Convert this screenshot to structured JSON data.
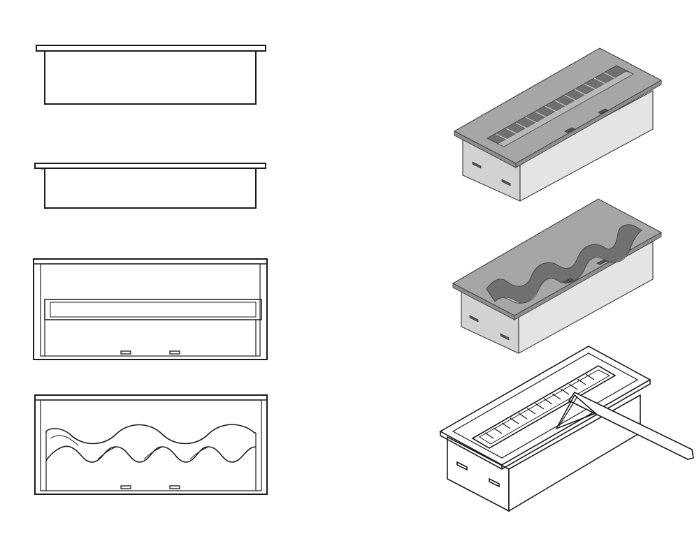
{
  "colors": {
    "background": "#ffffff",
    "line": "#1a1a1a",
    "metal_top": "#a6a6a6",
    "metal_front": "#d2d2d2",
    "metal_side": "#e4e4e4",
    "metal_edge": "#8e8e8e",
    "slot_dark": "#707070",
    "outline_fill": "#ffffff"
  },
  "views": [
    {
      "id": "side-view-tall",
      "kind": "orthographic-elevation"
    },
    {
      "id": "side-view-short",
      "kind": "orthographic-elevation"
    },
    {
      "id": "top-view-straight-opening",
      "kind": "orthographic-plan"
    },
    {
      "id": "top-view-wavy-opening",
      "kind": "orthographic-plan"
    },
    {
      "id": "iso-straight-burner",
      "kind": "shaded-isometric"
    },
    {
      "id": "iso-wavy-burner",
      "kind": "shaded-isometric"
    },
    {
      "id": "iso-burner-with-lid-tool",
      "kind": "line-isometric"
    }
  ]
}
